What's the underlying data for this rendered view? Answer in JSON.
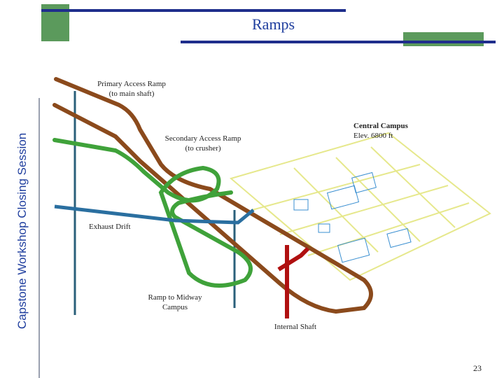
{
  "slide": {
    "title": "Ramps",
    "side_title": "Capstone Workshop Closing Session",
    "page_number": "23"
  },
  "labels": {
    "primary_ramp_line1": "Primary Access Ramp",
    "primary_ramp_line2": "(to main shaft)",
    "secondary_ramp_line1": "Secondary Access Ramp",
    "secondary_ramp_line2": "(to crusher)",
    "central_campus_line1": "Central Campus",
    "central_campus_line2": "Elev. 6800 ft",
    "exhaust_drift": "Exhaust Drift",
    "midway_line1": "Ramp to Midway",
    "midway_line2": "Campus",
    "internal_shaft": "Internal Shaft"
  },
  "colors": {
    "primary_ramp": "#8b4a1c",
    "secondary_ramp": "#3fa23a",
    "exhaust_drift": "#2a6fa0",
    "internal_shaft": "#b01010",
    "campus_outline": "#e6e88c",
    "campus_rooms": "#3a8fd1",
    "accent_green": "#5b9a5c",
    "accent_blue": "#1f2e8c"
  }
}
